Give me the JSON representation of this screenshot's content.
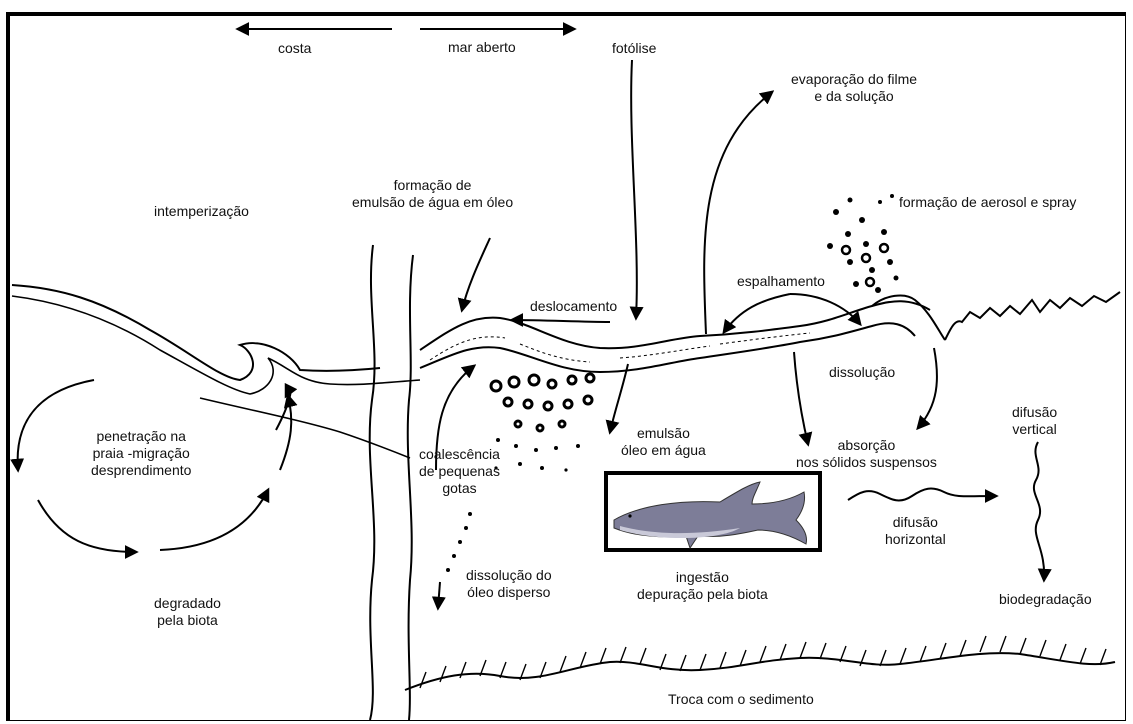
{
  "labels": {
    "costa": "costa",
    "mar_aberto": "mar aberto",
    "fotolise": "fotólise",
    "evaporacao": [
      "evaporação do filme",
      "e da solução"
    ],
    "formacao_emulsao": [
      "formação de",
      "emulsão de água em óleo"
    ],
    "intemperizacao": "intemperização",
    "aerosol": "formação de aerosol e spray",
    "espalhamento": "espalhamento",
    "deslocamento": "deslocamento",
    "dissolucao": "dissolução",
    "difusao_vertical": [
      "difusão",
      "vertical"
    ],
    "penetracao": [
      "penetração na",
      "praia -migração",
      "desprendimento"
    ],
    "coalescencia": [
      "coalescência",
      "de pequenas",
      "gotas"
    ],
    "emulsao_oleo_agua": [
      "emulsão",
      "óleo em água"
    ],
    "absorcao": [
      "absorção",
      "nos sólidos suspensos"
    ],
    "difusao_horizontal": [
      "difusão",
      "horizontal"
    ],
    "degradado": [
      "degradado",
      "pela biota"
    ],
    "dissolucao_oleo_disperso": [
      "dissolução do",
      "óleo disperso"
    ],
    "ingestao": [
      "ingestão",
      "depuração pela biota"
    ],
    "biodegradacao": "biodegradação",
    "troca_sedimento": "Troca com o sedimento"
  },
  "icons": {
    "shark": "shark-icon"
  },
  "colors": {
    "shark_body": "#7d7d98",
    "shark_belly": "#c9c9d8",
    "ink": "#000000"
  }
}
